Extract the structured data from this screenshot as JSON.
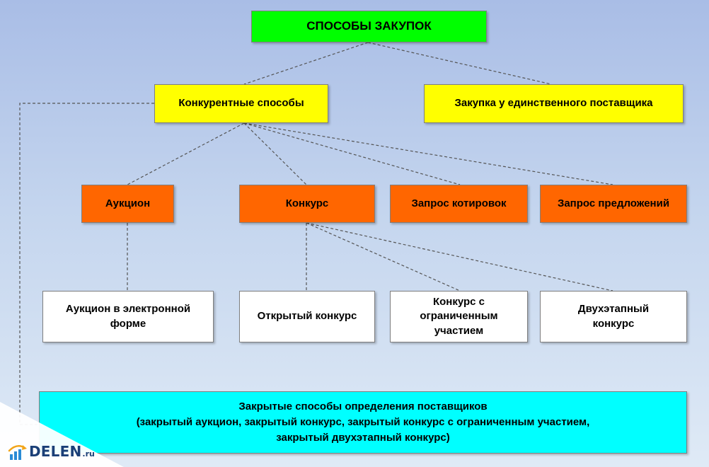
{
  "diagram": {
    "root": "СПОСОБЫ ЗАКУПОК",
    "competitive": "Конкурентные способы",
    "single_supplier": "Закупка у единственного поставщика",
    "auction": "Аукцион",
    "contest": "Конкурс",
    "quotes_request": "Запрос котировок",
    "proposals_request": "Запрос предложений",
    "electronic_auction": "Аукцион в электронной\nформе",
    "open_contest": "Открытый конкурс",
    "limited_contest": "Конкурс с\nограниченным\nучастием",
    "two_stage_contest": "Двухэтапный\nконкурс",
    "closed_methods": "Закрытые способы определения поставщиков\n(закрытый аукцион, закрытый конкурс, закрытый конкурс с ограниченным участием,\nзакрытый двухэтапный конкурс)"
  },
  "colors": {
    "root": "#00ff00",
    "level1": "#ffff00",
    "level2": "#ff6600",
    "level3": "#ffffff",
    "closed": "#00ffff",
    "connector": "#555555"
  },
  "logo": {
    "name": "DELEN",
    "tld": ".ru"
  }
}
